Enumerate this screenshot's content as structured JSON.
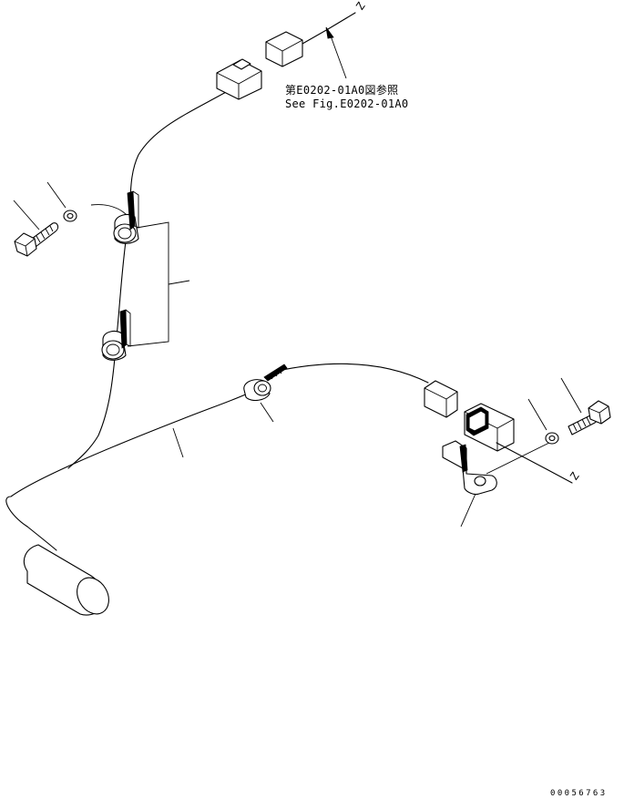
{
  "reference_note": {
    "line_jp": "第E0202-01A0図参照",
    "line_en": "See Fig.E0202-01A0"
  },
  "callouts": {
    "ref_top": "Z",
    "ref_bottom": "Z"
  },
  "drawing_number": "00056763"
}
